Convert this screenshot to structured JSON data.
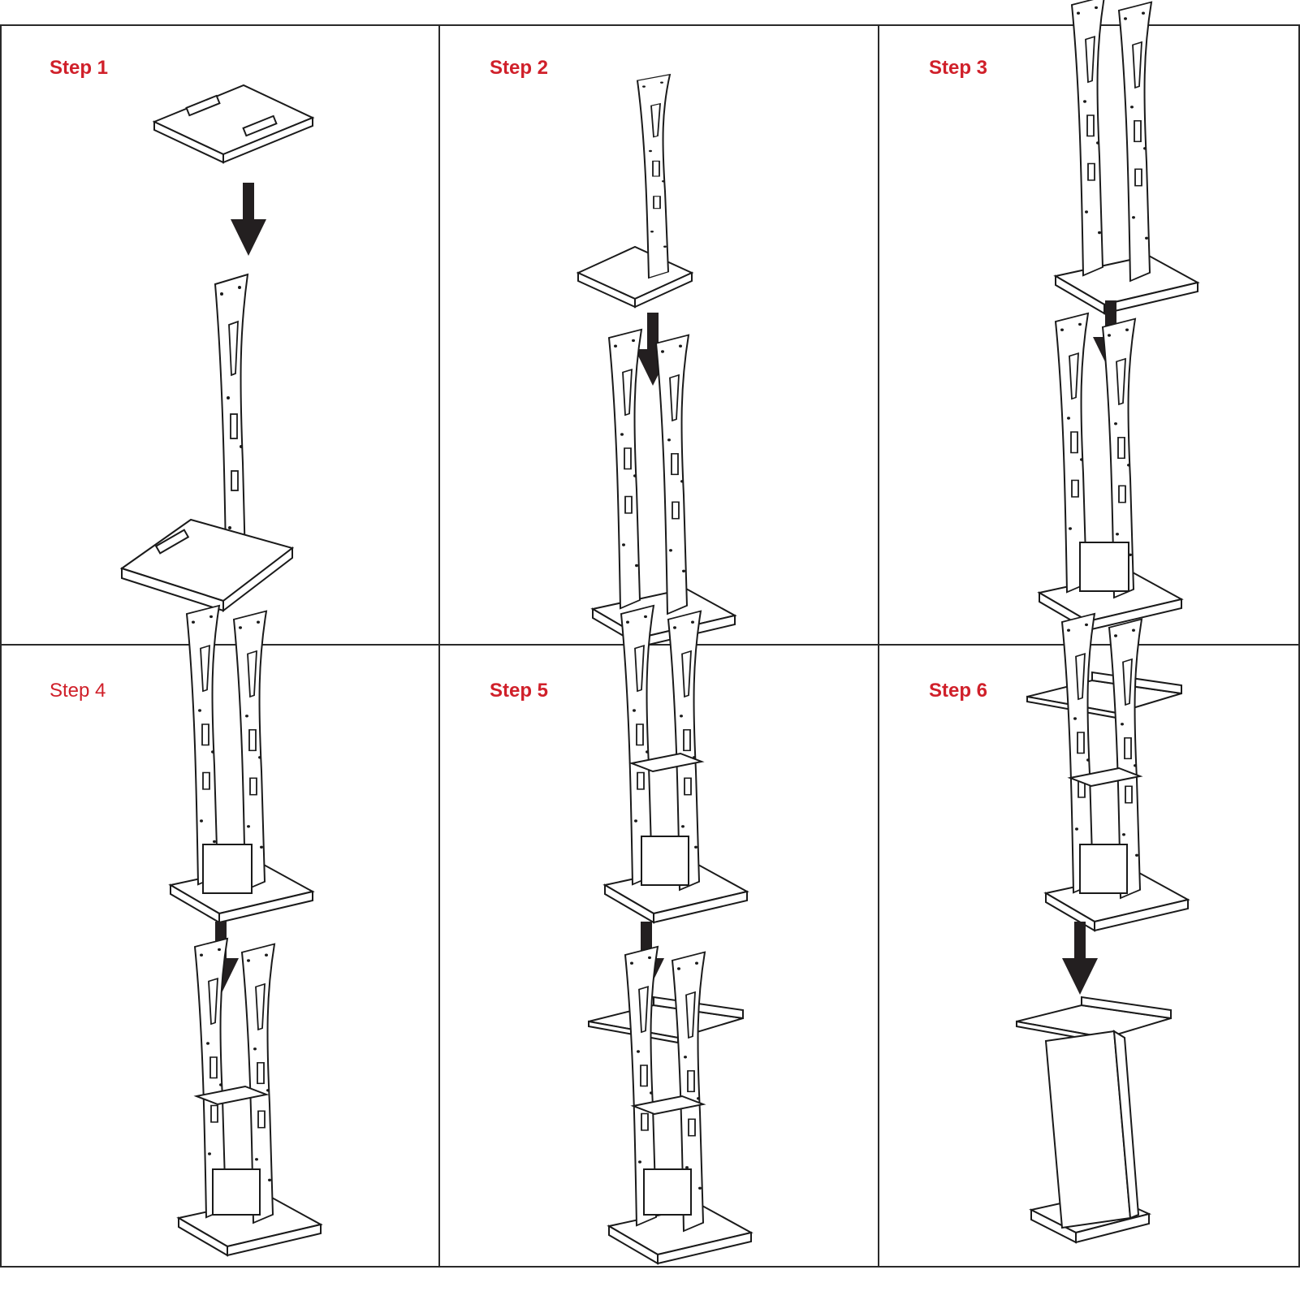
{
  "colors": {
    "label": "#d0202a",
    "line": "#1a1a1a",
    "arrow": "#231f20",
    "background": "#ffffff"
  },
  "steps": [
    {
      "label": "Step 1"
    },
    {
      "label": "Step 2"
    },
    {
      "label": "Step 3"
    },
    {
      "label": "Step 4"
    },
    {
      "label": "Step 5"
    },
    {
      "label": "Step 6"
    }
  ]
}
